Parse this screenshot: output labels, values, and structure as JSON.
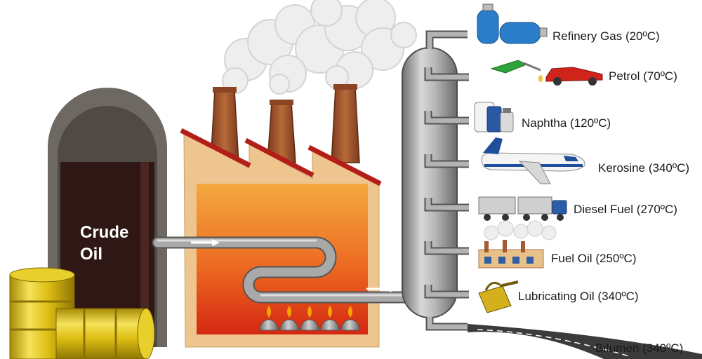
{
  "tank": {
    "label_line1": "Crude",
    "label_line2": "Oil"
  },
  "colors": {
    "tank_shell": "#6e6862",
    "tank_oil": "#2e1714",
    "factory_wall": "#eec58e",
    "furnace_top": "#f3a23c",
    "furnace_bottom": "#d42712",
    "roof": "#b41e18",
    "chimney": "#a55a33",
    "column": "#a6a6a6",
    "pipe": "#9b9b9b",
    "barrel": "#e2c416"
  },
  "products": [
    {
      "name": "Refinery Gas",
      "temp": "(20ºC)",
      "icon": "gas-cylinder-icon"
    },
    {
      "name": "Petrol",
      "temp": "(70ºC)",
      "icon": "car-icon"
    },
    {
      "name": "Naphtha",
      "temp": "(120ºC)",
      "icon": "bottles-icon"
    },
    {
      "name": "Kerosine",
      "temp": "(340ºC)",
      "icon": "airplane-icon"
    },
    {
      "name": "Diesel Fuel",
      "temp": "(270ºC)",
      "icon": "truck-icon"
    },
    {
      "name": "Fuel Oil",
      "temp": "(250ºC)",
      "icon": "factory-icon"
    },
    {
      "name": "Lubricating Oil",
      "temp": "(340ºC)",
      "icon": "oil-can-icon"
    },
    {
      "name": "Bitumen",
      "temp": "(340ºC)",
      "icon": "road-icon"
    }
  ]
}
